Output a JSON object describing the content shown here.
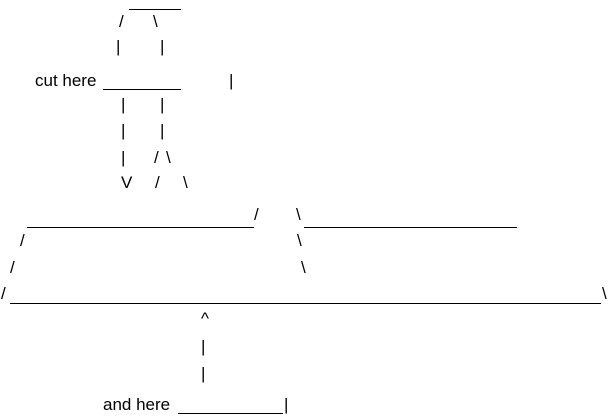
{
  "diagram": {
    "cut_label": "cut here",
    "and_label": "and here",
    "colors": {
      "background": "#ffffff",
      "ink": "#000000"
    },
    "glyphs": {
      "slash": "/",
      "backslash": "\\",
      "pipe": "|",
      "caret": "^",
      "vee": "V"
    }
  }
}
